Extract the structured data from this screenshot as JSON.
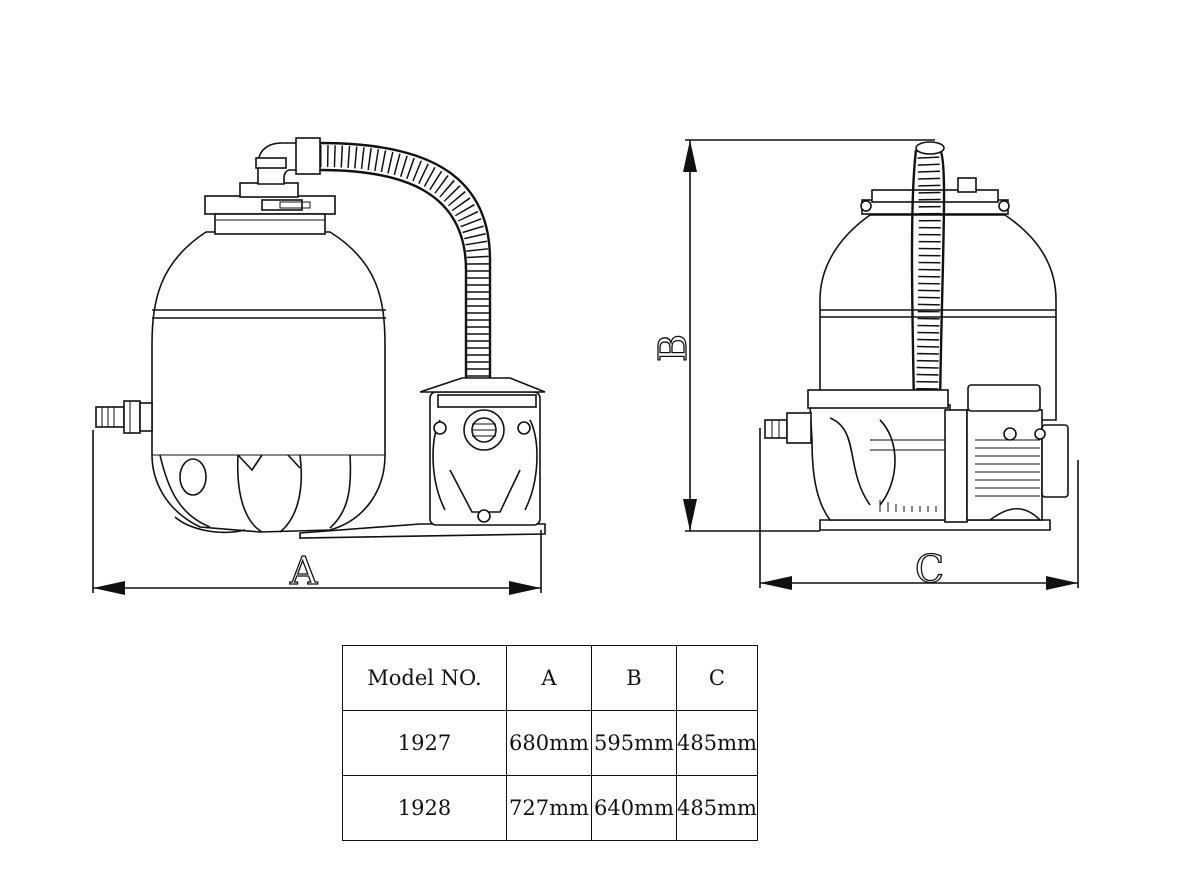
{
  "dimensions": {
    "a_label": "A",
    "b_label": "B",
    "c_label": "C"
  },
  "spec_table": {
    "header": {
      "model": "Model NO.",
      "a": "A",
      "b": "B",
      "c": "C"
    },
    "rows": [
      {
        "model": "1927",
        "a": "680mm",
        "b": "595mm",
        "c": "485mm"
      },
      {
        "model": "1928",
        "a": "727mm",
        "b": "640mm",
        "c": "485mm"
      }
    ]
  }
}
